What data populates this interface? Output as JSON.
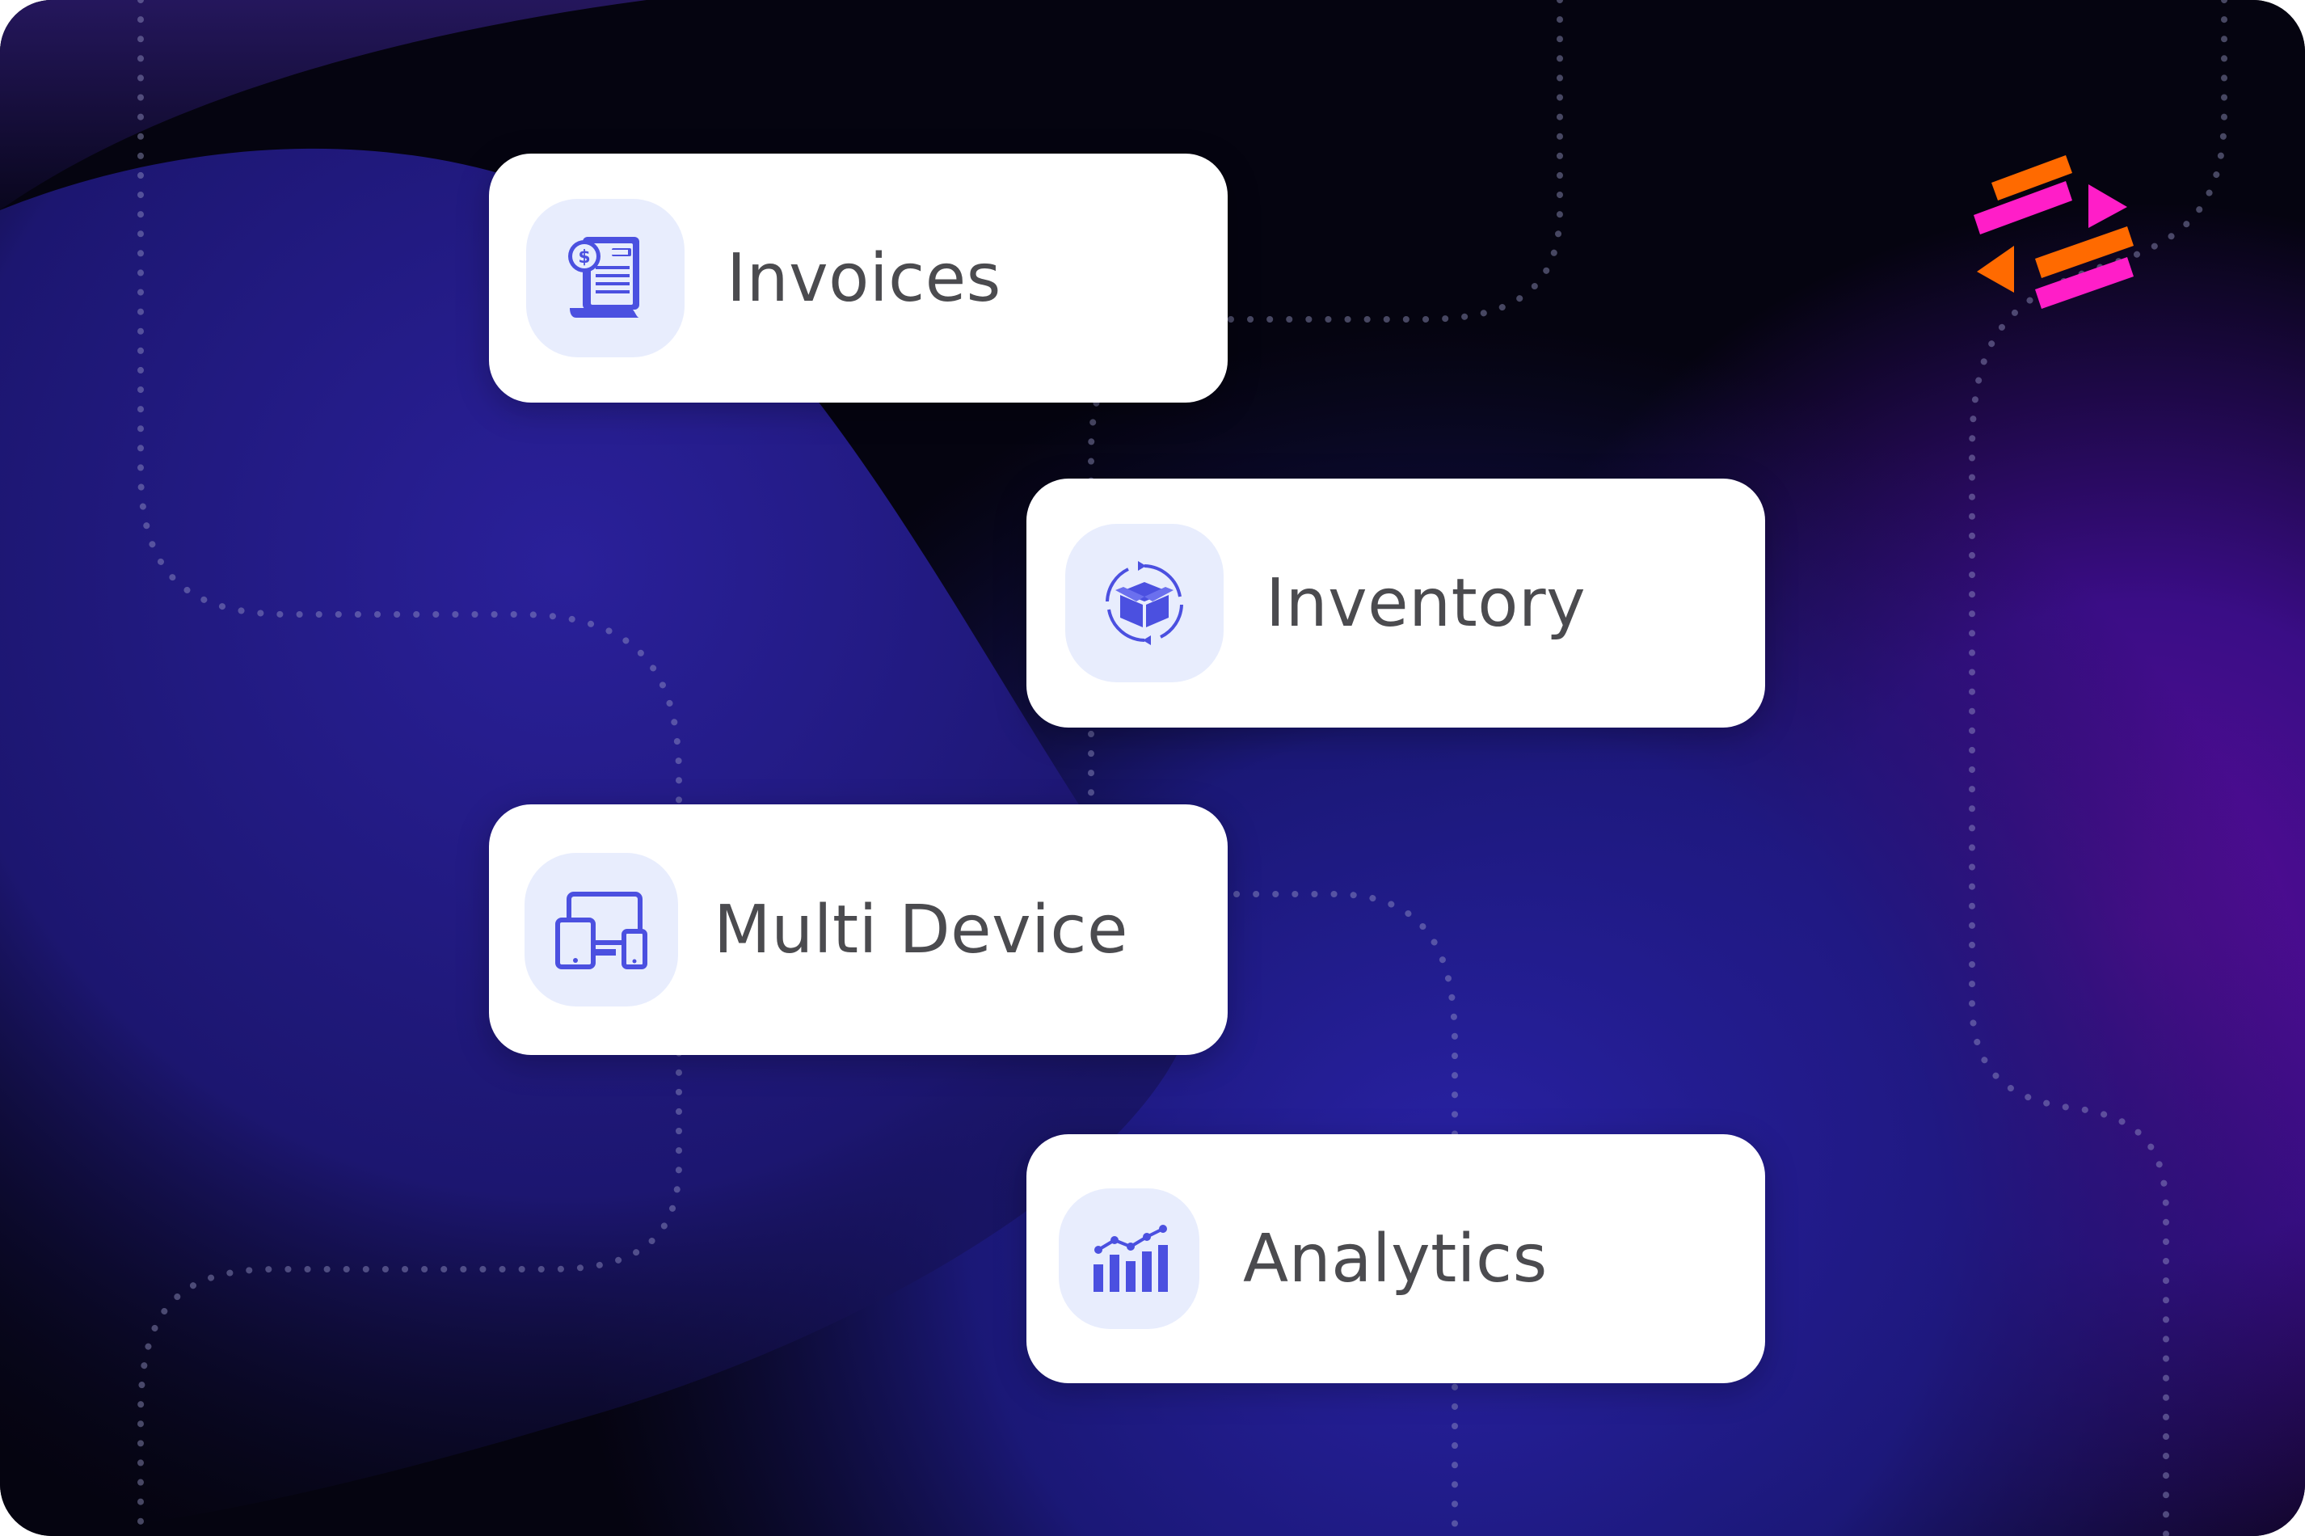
{
  "cards": [
    {
      "label": "Invoices",
      "icon": "invoice-icon"
    },
    {
      "label": "Inventory",
      "icon": "inventory-box-icon"
    },
    {
      "label": "Multi Device",
      "icon": "multi-device-icon"
    },
    {
      "label": "Analytics",
      "icon": "analytics-chart-icon"
    }
  ],
  "brand": {
    "logo": "brand-logo-icon"
  },
  "colors": {
    "accent": "#4b50e0",
    "icon_bg": "#e8edfd",
    "logo_orange": "#ff6a00",
    "logo_pink": "#ff1ec8",
    "background_blue": "#221a78",
    "background_purple": "#4a0c8a"
  }
}
